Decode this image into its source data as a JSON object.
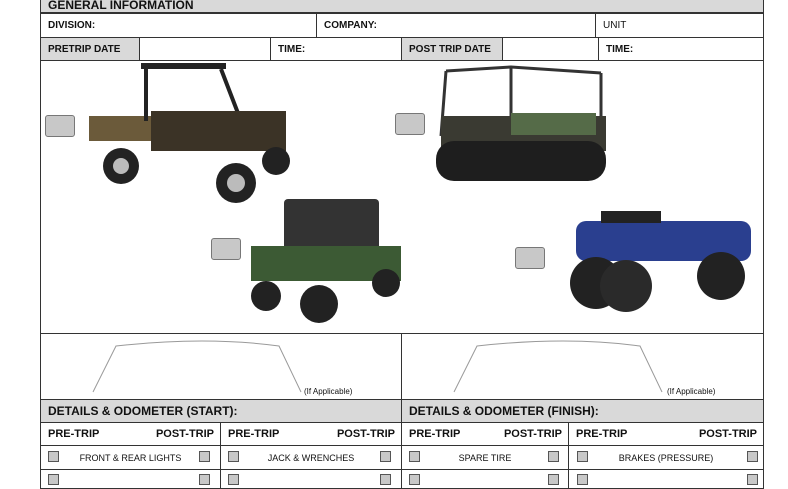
{
  "general": {
    "title": "GENERAL INFORMATION",
    "division": "DIVISION:",
    "company": "COMPANY:",
    "unit": "UNIT",
    "pretrip_date": "PRETRIP DATE",
    "time1": "TIME:",
    "posttrip_date": "POST TRIP DATE",
    "time2": "TIME:"
  },
  "odometer": {
    "note_left": "(If Applicable)",
    "note_right": "(If Applicable)"
  },
  "details": {
    "start": "DETAILS & ODOMETER (START):",
    "finish": "DETAILS & ODOMETER (FINISH):",
    "pre": "PRE-TRIP",
    "post": "POST-TRIP",
    "items": [
      "FRONT & REAR LIGHTS",
      "JACK & WRENCHES",
      "SPARE TIRE",
      "BRAKES (PRESSURE)"
    ]
  }
}
